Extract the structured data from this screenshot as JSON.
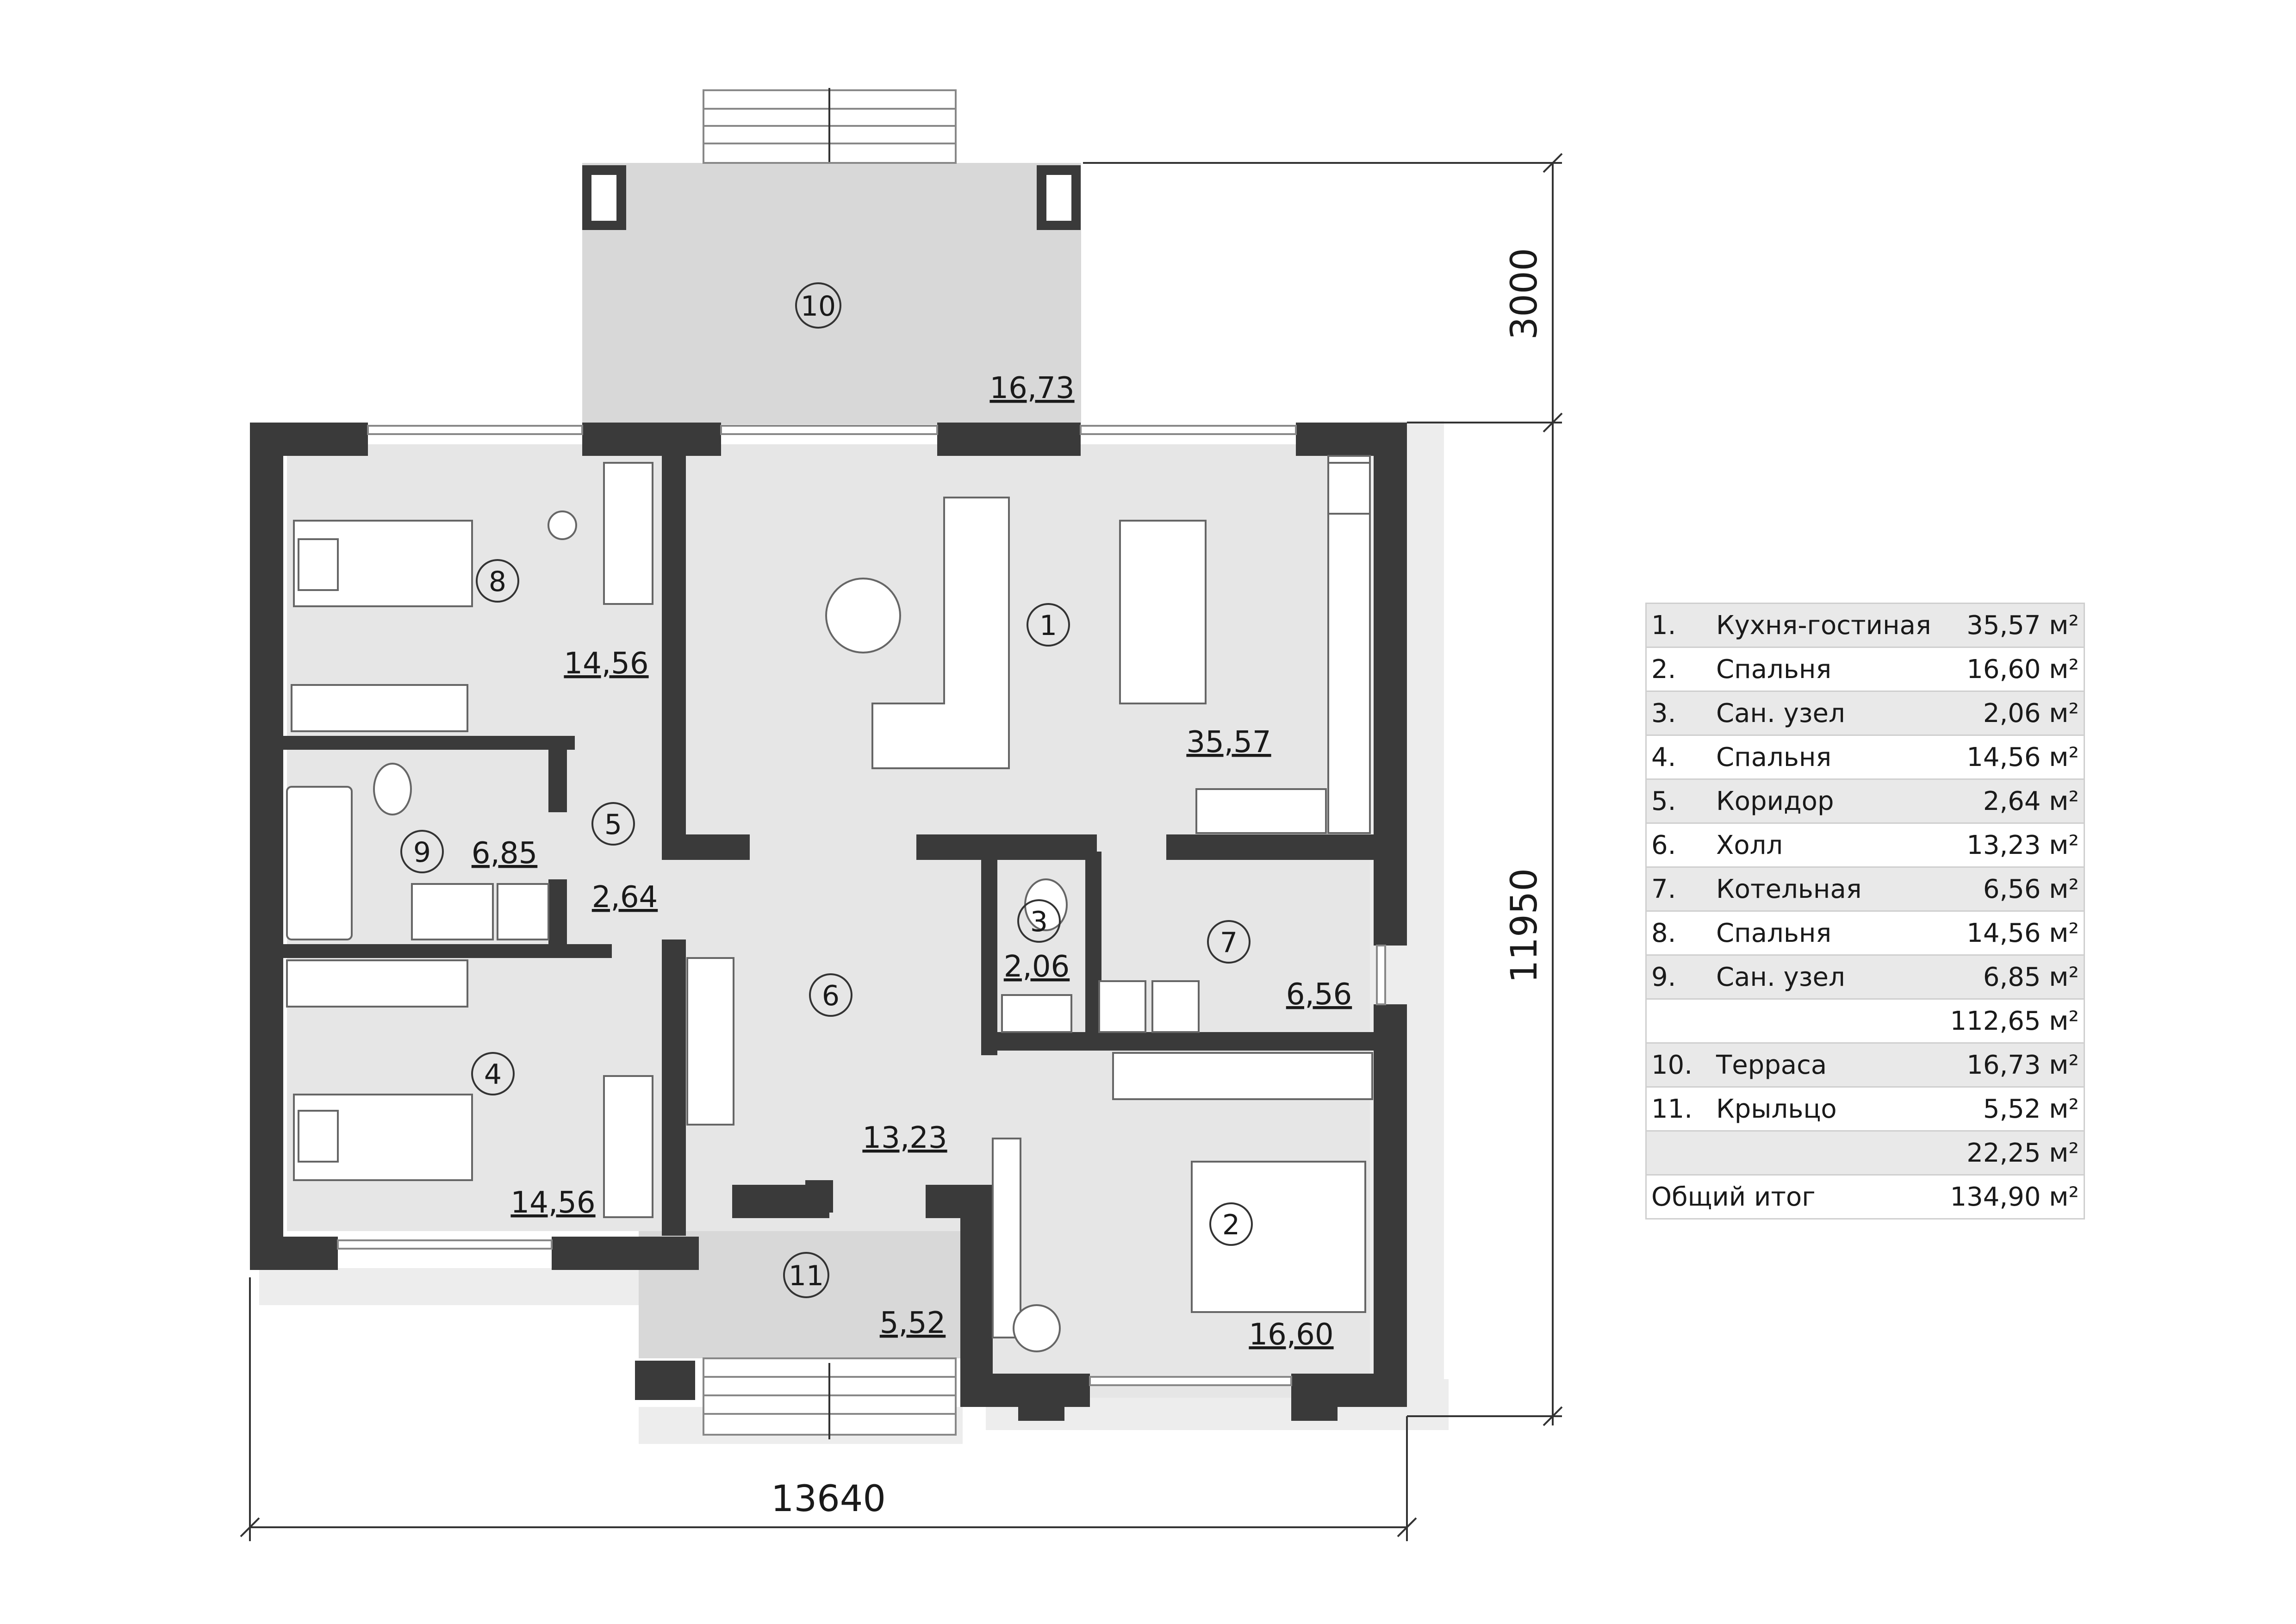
{
  "rooms": {
    "r1": {
      "num": "1",
      "area": "35,57"
    },
    "r2": {
      "num": "2",
      "area": "16,60"
    },
    "r3": {
      "num": "3",
      "area": "2,06"
    },
    "r4": {
      "num": "4",
      "area": "14,56"
    },
    "r5": {
      "num": "5",
      "area": "2,64"
    },
    "r6": {
      "num": "6",
      "area": "13,23"
    },
    "r7": {
      "num": "7",
      "area": "6,56"
    },
    "r8": {
      "num": "8",
      "area": "14,56"
    },
    "r9": {
      "num": "9",
      "area": "6,85"
    },
    "r10": {
      "num": "10",
      "area": "16,73"
    },
    "r11": {
      "num": "11",
      "area": "5,52"
    }
  },
  "dimensions": {
    "width": "13640",
    "depth": "11950",
    "terrace_depth": "3000"
  },
  "legend": {
    "rows": [
      {
        "idx": "1.",
        "name": "Кухня-гостиная",
        "area": "35,57 м²"
      },
      {
        "idx": "2.",
        "name": "Спальня",
        "area": "16,60 м²"
      },
      {
        "idx": "3.",
        "name": "Сан. узел",
        "area": "2,06 м²"
      },
      {
        "idx": "4.",
        "name": "Спальня",
        "area": "14,56 м²"
      },
      {
        "idx": "5.",
        "name": "Коридор",
        "area": "2,64 м²"
      },
      {
        "idx": "6.",
        "name": "Холл",
        "area": "13,23 м²"
      },
      {
        "idx": "7.",
        "name": "Котельная",
        "area": "6,56 м²"
      },
      {
        "idx": "8.",
        "name": "Спальня",
        "area": "14,56 м²"
      },
      {
        "idx": "9.",
        "name": "Сан. узел",
        "area": "6,85 м²"
      },
      {
        "idx": "",
        "name": "",
        "area": "112,65 м²"
      },
      {
        "idx": "10.",
        "name": "Терраса",
        "area": "16,73 м²"
      },
      {
        "idx": "11.",
        "name": "Крыльцо",
        "area": "5,52 м²"
      },
      {
        "idx": "",
        "name": "",
        "area": "22,25 м²"
      },
      {
        "idx": "Общий итог",
        "name": "",
        "area": "134,90 м²"
      }
    ]
  },
  "colors": {
    "wall": "#3a3a3a",
    "floor": "#e6e6e6",
    "terrace": "#d8d8d8",
    "shadow": "#ededed"
  }
}
